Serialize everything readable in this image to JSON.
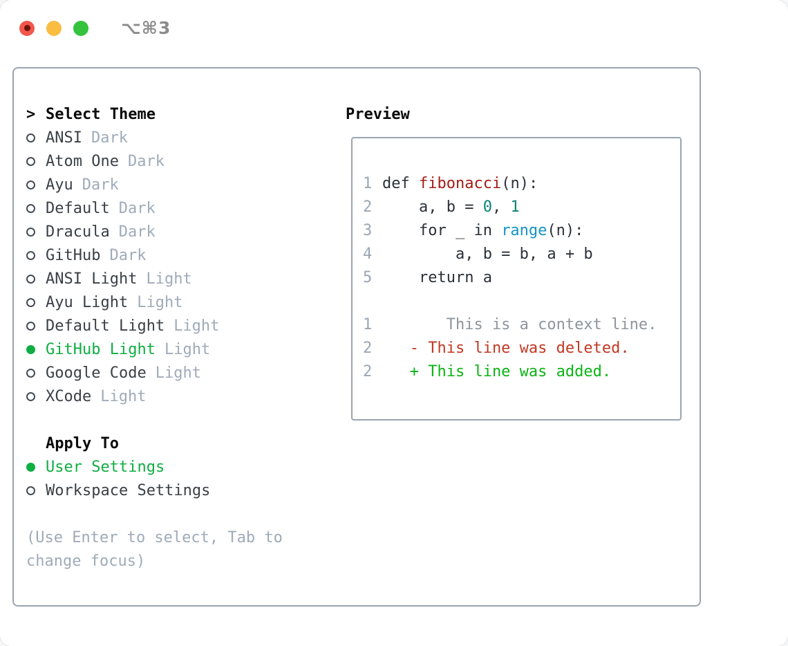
{
  "window": {
    "shortcut_label": "⌥⌘3"
  },
  "traffic_lights": {
    "close_color": "#f2574c",
    "close_dot_color": "#6d120e",
    "minimize_color": "#f8bd41",
    "maximize_color": "#33c33c"
  },
  "theme_panel": {
    "title_prefix": ">",
    "title": "Select Theme",
    "themes": [
      {
        "label": "ANSI",
        "tag": "Dark",
        "selected": false
      },
      {
        "label": "Atom One",
        "tag": "Dark",
        "selected": false
      },
      {
        "label": "Ayu",
        "tag": "Dark",
        "selected": false
      },
      {
        "label": "Default",
        "tag": "Dark",
        "selected": false
      },
      {
        "label": "Dracula",
        "tag": "Dark",
        "selected": false
      },
      {
        "label": "GitHub",
        "tag": "Dark",
        "selected": false
      },
      {
        "label": "ANSI Light",
        "tag": "Light",
        "selected": false
      },
      {
        "label": "Ayu Light",
        "tag": "Light",
        "selected": false
      },
      {
        "label": "Default Light",
        "tag": "Light",
        "selected": false
      },
      {
        "label": "GitHub Light",
        "tag": "Light",
        "selected": true
      },
      {
        "label": "Google Code",
        "tag": "Light",
        "selected": false
      },
      {
        "label": "XCode",
        "tag": "Light",
        "selected": false
      }
    ],
    "apply_to": {
      "title": "Apply To",
      "options": [
        {
          "label": "User Settings",
          "selected": true
        },
        {
          "label": "Workspace Settings",
          "selected": false
        }
      ]
    },
    "help_lines": [
      "(Use Enter to select, Tab to",
      "change focus)"
    ]
  },
  "preview": {
    "title": "Preview",
    "lines": [
      {
        "num": "1",
        "segments": [
          {
            "text": "def ",
            "color": "code"
          },
          {
            "text": "fibonacci",
            "color": "function"
          },
          {
            "text": "(n):",
            "color": "code"
          }
        ]
      },
      {
        "num": "2",
        "segments": [
          {
            "text": "    a, b = ",
            "color": "code"
          },
          {
            "text": "0",
            "color": "number"
          },
          {
            "text": ", ",
            "color": "code"
          },
          {
            "text": "1",
            "color": "number"
          }
        ]
      },
      {
        "num": "3",
        "segments": [
          {
            "text": "    for _ in ",
            "color": "code"
          },
          {
            "text": "range",
            "color": "builtin"
          },
          {
            "text": "(n):",
            "color": "code"
          }
        ]
      },
      {
        "num": "4",
        "segments": [
          {
            "text": "        a, b = b, a + b",
            "color": "code"
          }
        ]
      },
      {
        "num": "5",
        "segments": [
          {
            "text": "    return a",
            "color": "code"
          }
        ]
      },
      {
        "num": "",
        "segments": []
      },
      {
        "num": "1",
        "segments": [
          {
            "text": "       This is a context line.",
            "color": "context"
          }
        ]
      },
      {
        "num": "2",
        "segments": [
          {
            "text": "   - This line was deleted.",
            "color": "deleted"
          }
        ]
      },
      {
        "num": "2",
        "segments": [
          {
            "text": "   + This line was added.",
            "color": "added"
          }
        ]
      }
    ]
  },
  "palette": {
    "accent_green": "#0fae42",
    "item_text": "#3a4046",
    "muted_gray": "#9fabb9",
    "panel_border": "#9aa4b0",
    "code_text": "#2b3138",
    "code_function_red": "#a21e14",
    "code_number_teal": "#0c8178",
    "code_builtin_blue": "#1593c4",
    "diff_context_gray": "#8d959d",
    "diff_deleted_red": "#c13823",
    "diff_added_green": "#0ab414",
    "shortcut_gray": "#8c8c8c"
  }
}
